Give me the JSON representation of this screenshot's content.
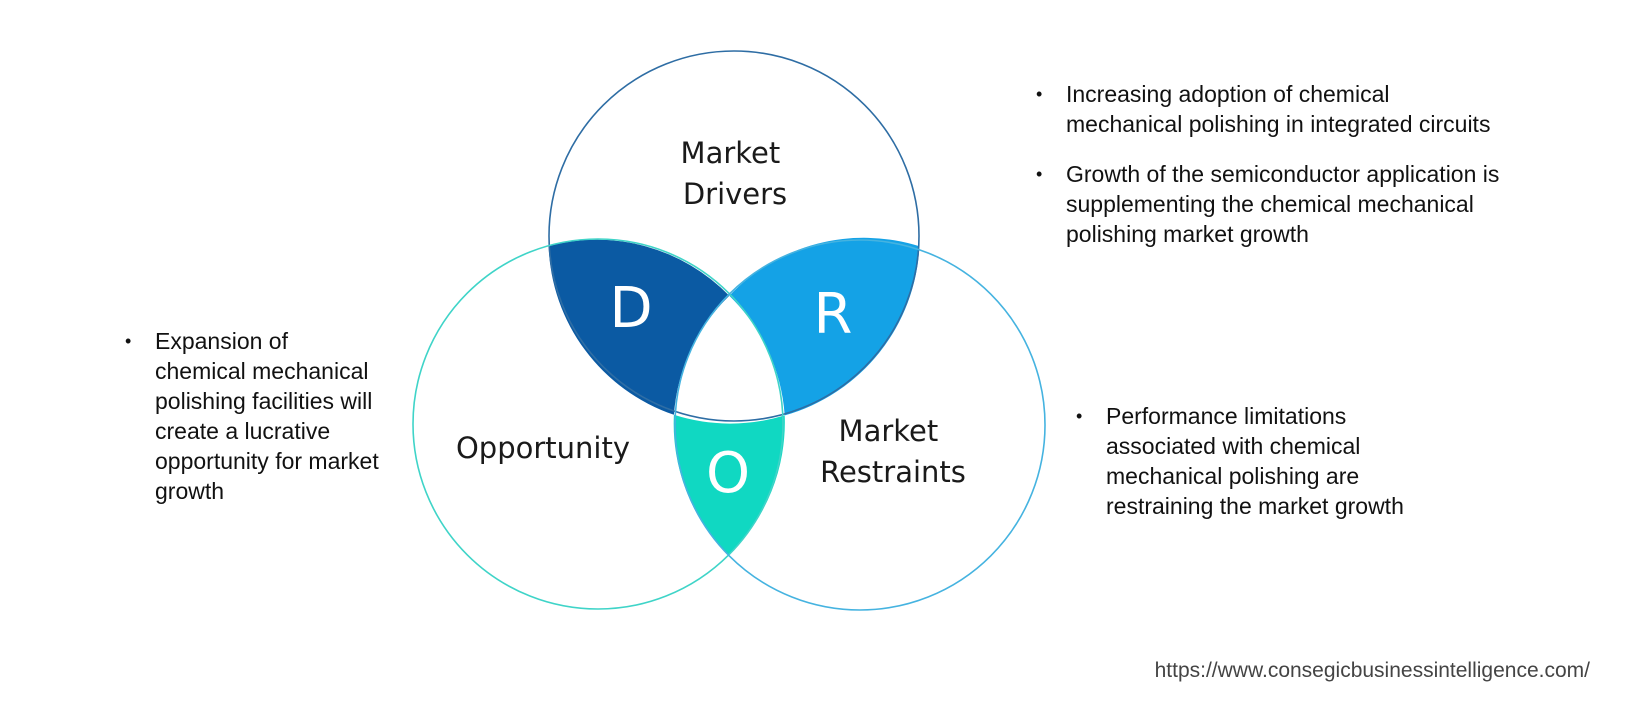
{
  "diagram": {
    "circles": {
      "drivers": {
        "label_line1": "Market",
        "label_line2": "Drivers",
        "stroke": "#2e6da4"
      },
      "restraints": {
        "label_line1": "Market",
        "label_line2": "Restraints",
        "stroke": "#45b3e0"
      },
      "opportunity": {
        "label": "Opportunity",
        "stroke": "#3fd4c8"
      }
    },
    "regions": {
      "d": {
        "letter": "D",
        "color": "#0b5aa3"
      },
      "r": {
        "letter": "R",
        "color": "#14a2e6"
      },
      "o": {
        "letter": "O",
        "color": "#10d8c2"
      }
    }
  },
  "drivers_points": [
    "Increasing adoption of chemical mechanical polishing in integrated circuits",
    "Growth of the semiconductor application is supplementing the chemical mechanical polishing market growth"
  ],
  "restraints_points": [
    "Performance limitations associated with chemical mechanical polishing are restraining the market growth"
  ],
  "opportunity_points": [
    "Expansion of chemical mechanical polishing facilities will create a lucrative opportunity for market growth"
  ],
  "source_url": "https://www.consegicbusinessintelligence.com/"
}
